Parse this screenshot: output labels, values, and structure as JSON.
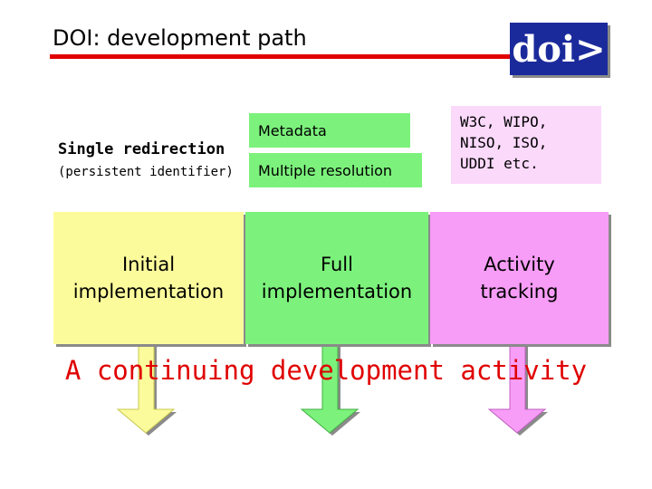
{
  "header": {
    "title": "DOI: development path",
    "logo_text": "doi>",
    "rule_color": "#e00000",
    "logo_bg": "#1b2a9b"
  },
  "labels": {
    "single_redirection": "Single redirection",
    "persistent_identifier": "(persistent identifier)",
    "metadata": "Metadata",
    "multiple_resolution": "Multiple resolution",
    "standards": [
      "W3C, WIPO,",
      "NISO, ISO,",
      "UDDI etc."
    ]
  },
  "stages": [
    {
      "name": "initial",
      "lines": [
        "Initial",
        "implementation"
      ],
      "color": "#fbfb9c"
    },
    {
      "name": "full",
      "lines": [
        "Full",
        "implementation"
      ],
      "color": "#7cf27c"
    },
    {
      "name": "activity",
      "lines": [
        "Activity",
        "tracking"
      ],
      "color": "#f79cf7"
    }
  ],
  "footer": {
    "continuing": "A continuing development activity",
    "color": "#e00000"
  }
}
